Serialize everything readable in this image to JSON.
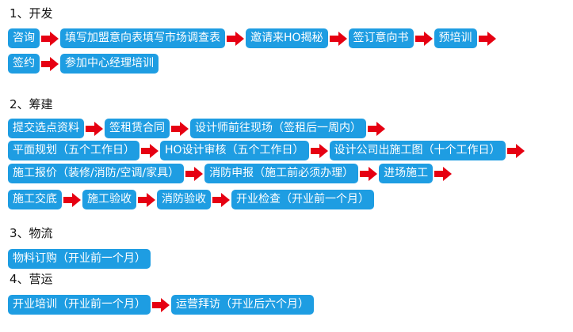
{
  "sections": [
    {
      "heading": "1、开发",
      "rows": [
        [
          "咨询",
          "填写加盟意向表填写市场调查表",
          "邀请来HO揭秘",
          "签订意向书",
          "预培训",
          ""
        ],
        [
          "签约",
          "参加中心经理培训"
        ]
      ]
    },
    {
      "heading": "2、筹建",
      "rows": [
        [
          "提交选点资料",
          "签租赁合同",
          "设计师前往现场（签租后一周内）",
          ""
        ],
        [
          "平面规划（五个工作日）",
          "HO设计审核（五个工作日）",
          "设计公司出施工图（十个工作日）",
          ""
        ],
        [
          "施工报价（装修/消防/空调/家具）",
          "消防申报（施工前必须办理）",
          "进场施工",
          ""
        ],
        [
          "施工交底",
          "施工验收",
          "消防验收",
          "开业检查（开业前一个月）"
        ]
      ]
    },
    {
      "heading": "3、物流",
      "rows": [
        [
          "物料订购（开业前一个月）"
        ]
      ]
    },
    {
      "heading": "4、营运",
      "rows": [
        [
          "开业培训（开业前一个月）",
          "运营拜访（开业后六个月）"
        ]
      ]
    }
  ],
  "colors": {
    "box": "#1e9de2",
    "box_text": "#ffffff",
    "arrow": "#e60012",
    "heading_text": "#111111"
  }
}
